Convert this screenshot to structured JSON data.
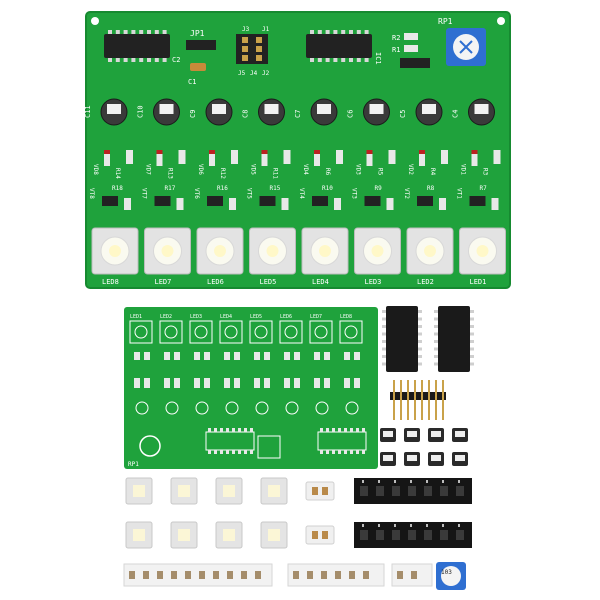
{
  "colors": {
    "pcb": "#1fa23c",
    "pcb_dark": "#168a30",
    "trace": "#2cb84a",
    "silk": "#ffffff",
    "pad": "#e8e8e8",
    "chip": "#222222",
    "cap_body": "#3a3a3a",
    "led_body": "#dcdcdc",
    "header_pin": "#c9a24a",
    "pot_blue": "#2f6fd1"
  },
  "top_board": {
    "labels": {
      "jp1": "JP1",
      "j3": "J3",
      "j1": "J1",
      "j5": "J5",
      "j4": "J4",
      "j2": "J2",
      "c1": "C1",
      "c2": "C2",
      "ic1": "IC1",
      "rp1": "RP1",
      "r1": "R1",
      "r2": "R2",
      "r3": "R3"
    },
    "caps": [
      "C11",
      "C10",
      "C9",
      "C8",
      "C7",
      "C6",
      "C5",
      "C4"
    ],
    "vd": [
      "VD8",
      "VD7",
      "VD6",
      "VD5",
      "VD4",
      "VD3",
      "VD2",
      "VD1"
    ],
    "r_upper": [
      "R14",
      "R13",
      "R12",
      "R11",
      "R6",
      "R5",
      "R4",
      "R3"
    ],
    "vt": [
      "VT8",
      "VT7",
      "VT6",
      "VT5",
      "VT4",
      "VT3",
      "VT2",
      "VT1"
    ],
    "r_lower": [
      "R18",
      "R17",
      "R16",
      "R15",
      "R10",
      "R9",
      "R8",
      "R7"
    ],
    "leds": [
      "LED8",
      "LED7",
      "LED6",
      "LED5",
      "LED4",
      "LED3",
      "LED2",
      "LED1"
    ]
  },
  "bottom_board": {
    "leds": [
      "LED1",
      "LED2",
      "LED3",
      "LED4",
      "LED5",
      "LED6",
      "LED7",
      "LED8"
    ],
    "rp": "RP1"
  },
  "parts": {
    "pot_label": "103"
  }
}
